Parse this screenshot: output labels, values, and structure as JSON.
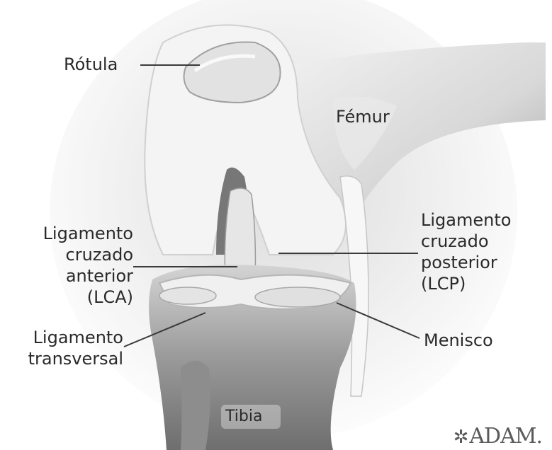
{
  "labels": {
    "rotula": "Rótula",
    "femur": "Fémur",
    "lca": [
      "Ligamento",
      "cruzado",
      "anterior",
      "(LCA)"
    ],
    "lcp": [
      "Ligamento",
      "cruzado",
      "posterior",
      "(LCP)"
    ],
    "transversal": [
      "Ligamento",
      "transversal"
    ],
    "menisco": "Menisco",
    "tibia": "Tibia"
  },
  "logo": "ADAM."
}
